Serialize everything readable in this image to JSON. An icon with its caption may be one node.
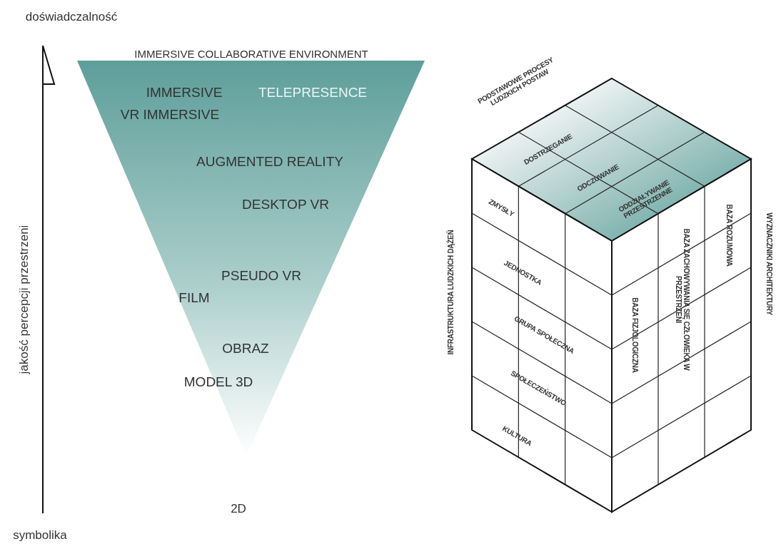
{
  "diagram": {
    "labels": [
      "doświadczalność",
      "IMMERSIVE COLLABORATIVE ENVIRONMENT",
      "PODSTAWOWE PROCESY LUDZKICH POSTAW",
      "IMMERSIVE",
      "TELEPRESENCE",
      "VR IMMERSIVE",
      "DOSTRZEGANIE",
      "AUGMENTED REALITY",
      "ODCZUWANIE",
      "ODDZIAŁYWANIE PRZESTRZENNE",
      "WYZNACZNIKI ARCHITEKTURY",
      "DESKTOP VR",
      "ZMYSŁY",
      "BAZA ROZUMOWA",
      "INFRASTRUKTURA LUDZKICH DĄŻEŃ",
      "jakość percepcji przestrzeni",
      "JEDNOSTKA",
      "BAZA ZACHOWYWANIA SIĘ CZŁOWIEKA W PRZESTRZENI",
      "PSEUDO VR",
      "FILM",
      "BAZA FIZJOLOGICZNA",
      "GRUPA SPOŁECZNA",
      "OBRAZ",
      "MODEL 3D",
      "SPOŁECZEŃSTWO",
      "KULTURA",
      "2D",
      "symbolika"
    ]
  }
}
